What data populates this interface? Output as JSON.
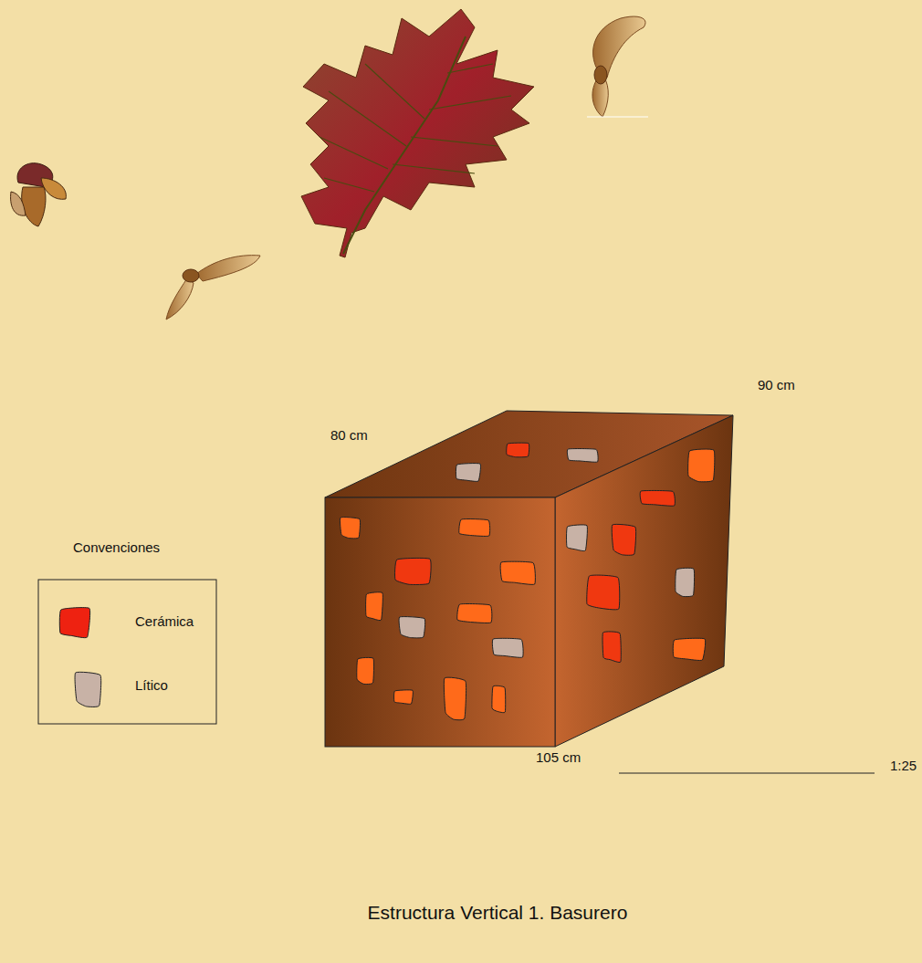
{
  "diagram": {
    "caption": "Estructura Vertical 1. Basurero",
    "labels": [
      "80 cm",
      "90 cm",
      "105 cm",
      "1:25",
      "Convenciones"
    ],
    "legend": [
      {
        "text": "Cerámica",
        "color": "#ee2211"
      },
      {
        "text": "Lítico",
        "color": "#c8b2a6"
      }
    ]
  }
}
